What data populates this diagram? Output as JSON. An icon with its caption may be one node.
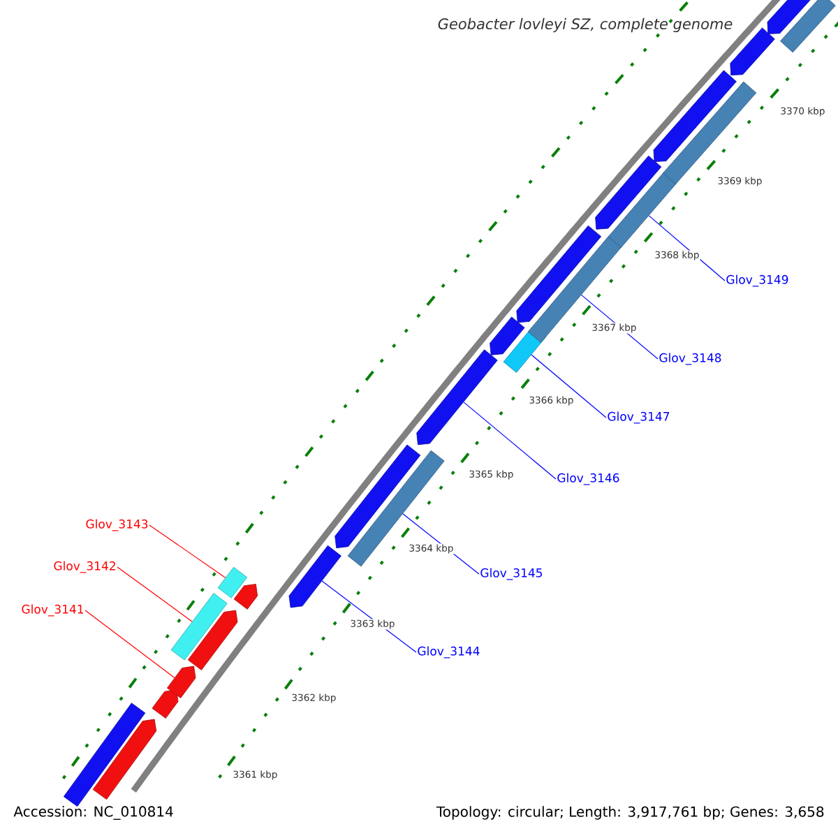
{
  "diagram": {
    "title": "Geobacter lovleyi SZ, complete genome",
    "nodes": [
      {
        "text": [
          "Glov_3143"
        ]
      },
      {
        "text": [
          "Glov_3142"
        ]
      },
      {
        "text": [
          "Glov_3141"
        ]
      },
      {
        "text": [
          "Glov_3149"
        ]
      },
      {
        "text": [
          "Glov_3148"
        ]
      },
      {
        "text": [
          "Glov_3147"
        ]
      },
      {
        "text": [
          "Glov_3146"
        ]
      },
      {
        "text": [
          "Glov_3145"
        ]
      },
      {
        "text": [
          "Glov_3144"
        ]
      },
      {
        "text": [],
        "shape": "box"
      },
      {
        "text": [],
        "shape": "pentagon"
      },
      {
        "text": [],
        "shape": "pentagon"
      },
      {
        "text": [],
        "shape": "pentagon"
      },
      {
        "text": [],
        "shape": "box"
      },
      {
        "text": [],
        "shape": "pentagon"
      },
      {
        "text": [],
        "shape": "box"
      },
      {
        "text": [],
        "shape": "pentagon"
      },
      {
        "text": [],
        "shape": "pentagon"
      },
      {
        "text": [],
        "shape": "pentagon"
      },
      {
        "text": [],
        "shape": "box"
      },
      {
        "text": [],
        "shape": "pentagon"
      },
      {
        "text": [],
        "shape": "pentagon"
      },
      {
        "text": [],
        "shape": "box"
      },
      {
        "text": [],
        "shape": "pentagon"
      },
      {
        "text": [],
        "shape": "box"
      },
      {
        "text": [],
        "shape": "pentagon"
      },
      {
        "text": [],
        "shape": "box"
      },
      {
        "text": [],
        "shape": "pentagon"
      },
      {
        "text": [],
        "shape": "box"
      },
      {
        "text": [],
        "shape": "pentagon"
      },
      {
        "text": [],
        "shape": "pentagon"
      },
      {
        "text": [],
        "shape": "box"
      }
    ],
    "edges": [
      {
        "from": 0,
        "to": 15,
        "arrow": "none",
        "color": "#ff0000"
      },
      {
        "from": 1,
        "to": 13,
        "arrow": "none",
        "color": "#ff0000"
      },
      {
        "from": 2,
        "to": 12,
        "arrow": "none",
        "color": "#ff0000"
      },
      {
        "from": 3,
        "to": 26,
        "arrow": "none"
      },
      {
        "from": 4,
        "to": 24,
        "arrow": "none"
      },
      {
        "from": 5,
        "to": 22,
        "arrow": "none"
      },
      {
        "from": 6,
        "to": 20,
        "arrow": "none"
      },
      {
        "from": 7,
        "to": 19,
        "arrow": "none"
      },
      {
        "from": 8,
        "to": 17,
        "arrow": "none"
      }
    ],
    "labels": [
      "3370 kbp",
      "3369 kbp",
      "3368 kbp",
      "3367 kbp",
      "3366 kbp",
      "3365 kbp",
      "3364 kbp",
      "3363 kbp",
      "3362 kbp",
      "3361 kbp",
      "Accession: NC_010814",
      "Topology: circular; Length: 3,917,761 bp; Genes: 3,658"
    ]
  }
}
